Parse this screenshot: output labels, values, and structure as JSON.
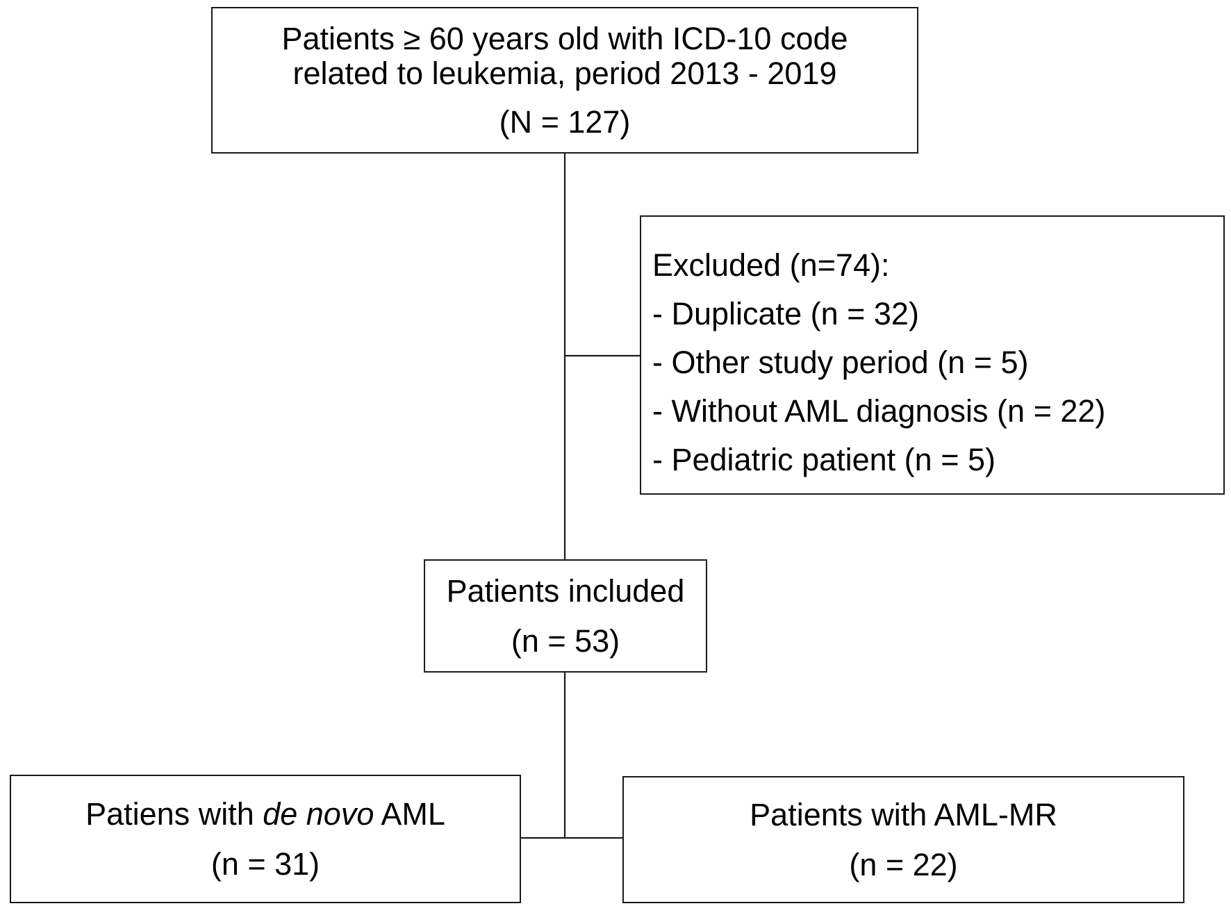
{
  "flowchart": {
    "start_box": {
      "line1": "Patients ≥ 60 years old with ICD-10 code",
      "line2": "related to leukemia, period 2013 - 2019",
      "count": "(N = 127)"
    },
    "excluded_box": {
      "title": "Excluded (n=74):",
      "items": [
        "- Duplicate (n = 32)",
        "- Other study period (n = 5)",
        "- Without AML diagnosis (n = 22)",
        "- Pediatric patient (n = 5)"
      ]
    },
    "included_box": {
      "label": "Patients included",
      "count": "(n = 53)"
    },
    "denovo_box": {
      "label_prefix": "Patiens with ",
      "label_italic": "de novo",
      "label_suffix": " AML",
      "count": "(n = 31)"
    },
    "amlmr_box": {
      "label": "Patients with AML-MR",
      "count": "(n = 22)"
    }
  }
}
